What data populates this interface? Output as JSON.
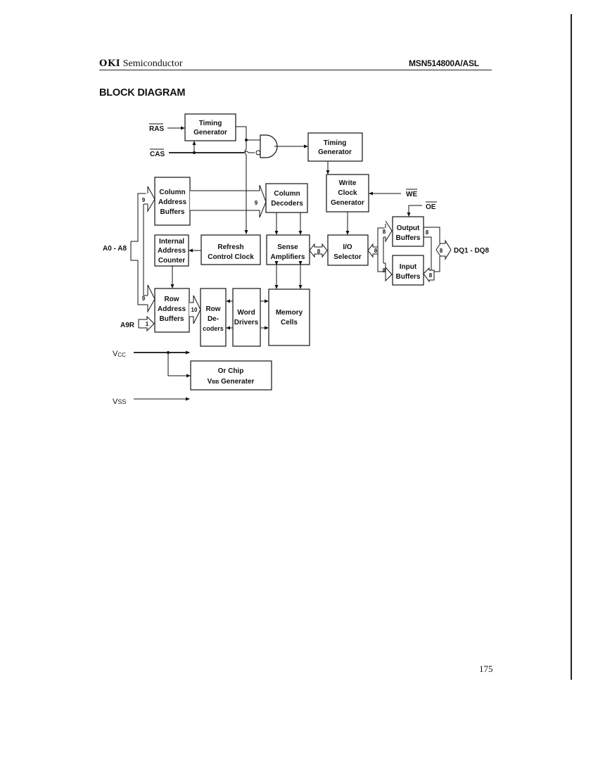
{
  "header": {
    "brand": "OKI",
    "brand_sub": " Semiconductor",
    "part_number": "MSN514800A/ASL"
  },
  "section_title": "BLOCK DIAGRAM",
  "page_number": "175",
  "diagram": {
    "blocks": {
      "timing_gen_1": [
        "Timing",
        "Generator"
      ],
      "timing_gen_2": [
        "Timing",
        "Generator"
      ],
      "write_clock": [
        "Write",
        "Clock",
        "Generator"
      ],
      "col_addr_buf": [
        "Column",
        "Address",
        "Buffers"
      ],
      "col_decoders": [
        "Column",
        "Decoders"
      ],
      "int_addr_counter": [
        "Internal",
        "Address",
        "Counter"
      ],
      "refresh_clock": [
        "Refresh",
        "Control Clock"
      ],
      "sense_amps": [
        "Sense",
        "Amplifiers"
      ],
      "io_selector": [
        "I/O",
        "Selector"
      ],
      "output_buffers": [
        "Output",
        "Buffers"
      ],
      "input_buffers": [
        "Input",
        "Buffers"
      ],
      "row_addr_buf": [
        "Row",
        "Address",
        "Buffers"
      ],
      "row_decoders": [
        "Row",
        "De-",
        "coders"
      ],
      "word_drivers": [
        "Word",
        "Drivers"
      ],
      "memory_cells": [
        "Memory",
        "Cells"
      ],
      "vbb_gen_line1": "Or Chip",
      "vbb_gen_v": "V",
      "vbb_gen_sub": "BB",
      "vbb_gen_rest": " Generater"
    },
    "signals": {
      "ras": "RAS",
      "cas": "CAS",
      "we": "WE",
      "oe": "OE",
      "addr": "A0 - A8",
      "a9r": "A9R",
      "dq": "DQ1 - DQ8",
      "vcc_v": "V",
      "vcc_sub": "CC",
      "vss_v": "V",
      "vss_sub": "SS"
    },
    "bus_widths": {
      "col_addr_in": "9",
      "col_addr_out": "9",
      "row_addr_in": "9",
      "row_addr_out": "10",
      "a9r": "1",
      "sense_io": "8",
      "io_buf": "8",
      "out_buf_in": "8",
      "in_buf_out": "8",
      "out_buf_dq": "8",
      "dq": "8",
      "in_buf_dq": "8"
    }
  }
}
